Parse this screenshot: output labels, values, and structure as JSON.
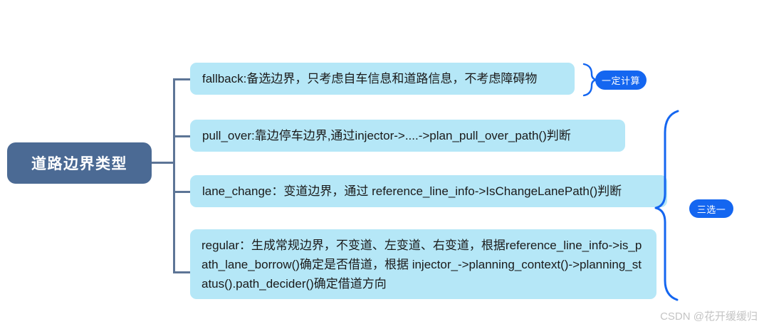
{
  "diagram": {
    "type": "mind-map",
    "title_node": {
      "label": "道路边界类型"
    },
    "branches": [
      {
        "id": "fallback",
        "text": "fallback:备选边界，只考虑自车信息和道路信息，不考虑障碍物"
      },
      {
        "id": "pull_over",
        "text": "pull_over:靠边停车边界,通过injector->....->plan_pull_over_path()判断"
      },
      {
        "id": "lane_change",
        "text": "lane_change：变道边界，通过 reference_line_info->IsChangeLanePath()判断"
      },
      {
        "id": "regular",
        "text": "regular：生成常规边界，不变道、左变道、右变道，根据reference_line_info->is_path_lane_borrow()确定是否借道，根据 injector_->planning_context()->planning_status().path_decider()确定借道方向"
      }
    ],
    "badges": [
      {
        "id": "must-compute",
        "label": "一定计算"
      },
      {
        "id": "choose-one",
        "label": "三选一"
      }
    ],
    "colors": {
      "root_fill": "#4b6a94",
      "root_text": "#ffffff",
      "branch_fill": "#b5e7f7",
      "branch_text": "#1a1a1a",
      "connector": "#5d7596",
      "brace": "#1466f0",
      "badge_fill": "#1466f0",
      "badge_text": "#ffffff",
      "background": "#ffffff",
      "watermark_text": "#c4c4c4"
    }
  },
  "watermark": {
    "text": "CSDN @花开缓缓归"
  }
}
